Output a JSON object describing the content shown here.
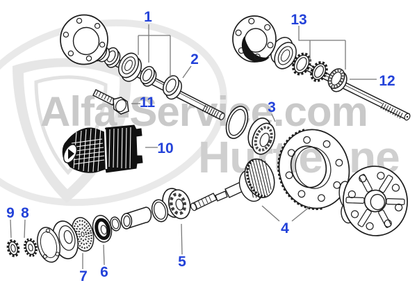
{
  "diagram": {
    "kind": "exploded-parts-diagram",
    "background": "#ffffff"
  },
  "watermark": {
    "line1": "Alfa-Service.com",
    "line2": "Hurtienne",
    "logo": "alfa-service-shield-watermark"
  },
  "callouts": [
    {
      "n": "1"
    },
    {
      "n": "2"
    },
    {
      "n": "3"
    },
    {
      "n": "4"
    },
    {
      "n": "5"
    },
    {
      "n": "6"
    },
    {
      "n": "7"
    },
    {
      "n": "8"
    },
    {
      "n": "9"
    },
    {
      "n": "10"
    },
    {
      "n": "11"
    },
    {
      "n": "12"
    },
    {
      "n": "13"
    }
  ],
  "colors": {
    "callout_blue": "#2342d9",
    "watermark_gray": "#c9c9c9",
    "art_line": "#1c1c1c",
    "leader_gray": "#787878",
    "coupling_black": "#111111",
    "background": "#ffffff"
  }
}
